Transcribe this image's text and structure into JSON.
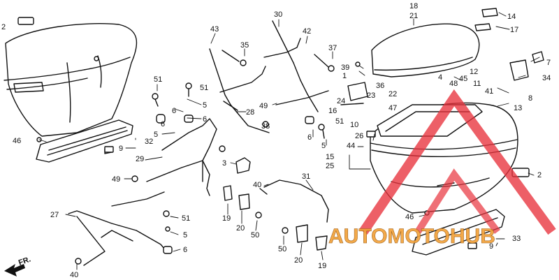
{
  "callouts": [
    {
      "id": "c18",
      "text": "18"
    },
    {
      "id": "c21",
      "text": "21"
    },
    {
      "id": "c14",
      "text": "14"
    },
    {
      "id": "c17",
      "text": "17"
    },
    {
      "id": "c30",
      "text": "30"
    },
    {
      "id": "c43",
      "text": "43"
    },
    {
      "id": "c42",
      "text": "42"
    },
    {
      "id": "c35",
      "text": "35"
    },
    {
      "id": "c37",
      "text": "37"
    },
    {
      "id": "c39",
      "text": "39"
    },
    {
      "id": "c1",
      "text": "1"
    },
    {
      "id": "c7",
      "text": "7"
    },
    {
      "id": "c2a",
      "text": "2"
    },
    {
      "id": "c12",
      "text": "12"
    },
    {
      "id": "c45",
      "text": "45"
    },
    {
      "id": "c34",
      "text": "34"
    },
    {
      "id": "c4",
      "text": "4"
    },
    {
      "id": "c48",
      "text": "48"
    },
    {
      "id": "c11",
      "text": "11"
    },
    {
      "id": "c36",
      "text": "36"
    },
    {
      "id": "c23",
      "text": "23"
    },
    {
      "id": "c22",
      "text": "22"
    },
    {
      "id": "c41",
      "text": "41"
    },
    {
      "id": "c8",
      "text": "8"
    },
    {
      "id": "c24",
      "text": "24"
    },
    {
      "id": "c47",
      "text": "47"
    },
    {
      "id": "c16",
      "text": "16"
    },
    {
      "id": "c13",
      "text": "13"
    },
    {
      "id": "c51a",
      "text": "51"
    },
    {
      "id": "c51b",
      "text": "51"
    },
    {
      "id": "c5a",
      "text": "5"
    },
    {
      "id": "c6a",
      "text": "6"
    },
    {
      "id": "c6b",
      "text": "6"
    },
    {
      "id": "c6c",
      "text": "6"
    },
    {
      "id": "c5b",
      "text": "5"
    },
    {
      "id": "c49a",
      "text": "49"
    },
    {
      "id": "c28",
      "text": "28"
    },
    {
      "id": "c38",
      "text": "38"
    },
    {
      "id": "c10",
      "text": "10"
    },
    {
      "id": "c51c",
      "text": "51"
    },
    {
      "id": "c26",
      "text": "26"
    },
    {
      "id": "c44",
      "text": "44"
    },
    {
      "id": "c5c",
      "text": "5"
    },
    {
      "id": "c6d",
      "text": "6"
    },
    {
      "id": "c15",
      "text": "15"
    },
    {
      "id": "c25",
      "text": "25"
    },
    {
      "id": "c46a",
      "text": "46"
    },
    {
      "id": "c32",
      "text": "32"
    },
    {
      "id": "c9a",
      "text": "9"
    },
    {
      "id": "c29",
      "text": "29"
    },
    {
      "id": "c3",
      "text": "3"
    },
    {
      "id": "c49b",
      "text": "49"
    },
    {
      "id": "c40",
      "text": "40"
    },
    {
      "id": "c31",
      "text": "31"
    },
    {
      "id": "c2b",
      "text": "2"
    },
    {
      "id": "c27",
      "text": "27"
    },
    {
      "id": "c51d",
      "text": "51"
    },
    {
      "id": "c5d",
      "text": "5"
    },
    {
      "id": "c6e",
      "text": "6"
    },
    {
      "id": "c19a",
      "text": "19"
    },
    {
      "id": "c20a",
      "text": "20"
    },
    {
      "id": "c50a",
      "text": "50"
    },
    {
      "id": "c50b",
      "text": "50"
    },
    {
      "id": "c20b",
      "text": "20"
    },
    {
      "id": "c19b",
      "text": "19"
    },
    {
      "id": "c40b",
      "text": "40"
    },
    {
      "id": "c46b",
      "text": "46"
    },
    {
      "id": "c33",
      "text": "33"
    },
    {
      "id": "c9b",
      "text": "9"
    }
  ],
  "direction_label": "FR.",
  "watermark": {
    "brand": "AUTOMOTOHUB",
    "accent_color": "#e8323c",
    "text_color": "#f2a23a"
  },
  "colors": {
    "line": "#111111",
    "paper": "#ffffff"
  }
}
